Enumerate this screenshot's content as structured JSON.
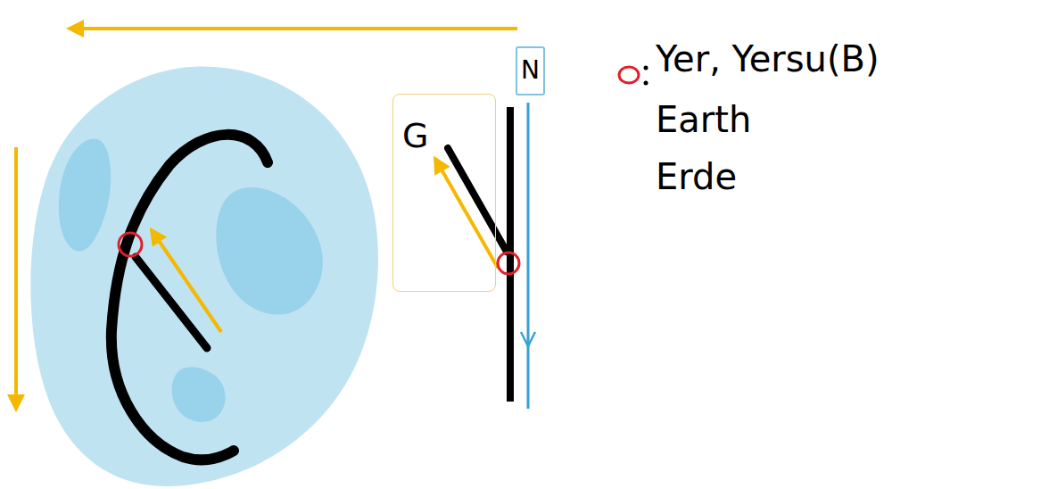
{
  "diagram": {
    "nodes": [
      {
        "text": [
          "N"
        ]
      },
      {
        "text": [
          "G"
        ]
      }
    ],
    "labels": [
      "Yer, Yersu(B)",
      "Earth",
      "Erde"
    ]
  }
}
